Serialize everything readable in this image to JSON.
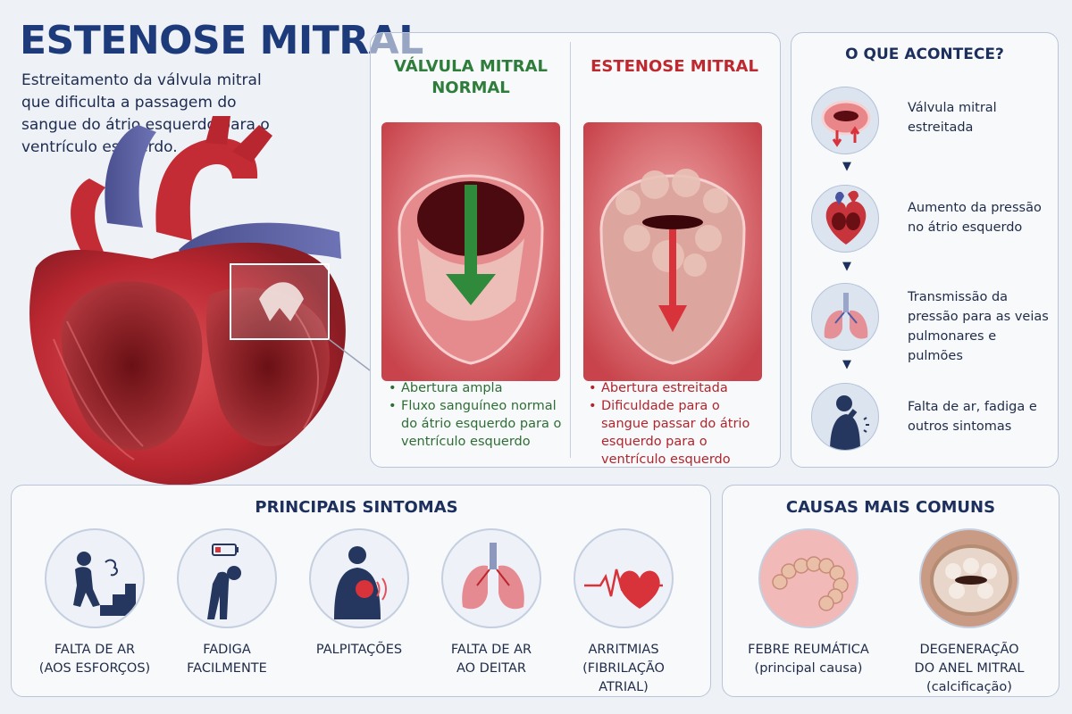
{
  "header": {
    "title": "ESTENOSE MITRAL",
    "subtitle": "Estreitamento da válvula mitral que dificulta a passagem do sangue do átrio esquerdo para o ventrículo esquerdo."
  },
  "comparison": {
    "normal": {
      "title": "VÁLVULA MITRAL NORMAL",
      "bullets": [
        "Abertura ampla",
        "Fluxo sanguíneo normal do átrio esquerdo para o ventrículo esquerdo"
      ]
    },
    "stenosis": {
      "title": "ESTENOSE MITRAL",
      "bullets": [
        "Abertura estreitada",
        "Dificuldade para o sangue passar do átrio esquerdo para o ventrículo esquerdo"
      ]
    }
  },
  "process": {
    "title": "O QUE ACONTECE?",
    "steps": [
      "Válvula mitral estreitada",
      "Aumento da pressão no átrio esquerdo",
      "Transmissão da pressão para as veias pulmonares e pulmões",
      "Falta de ar, fadiga e outros sintomas"
    ]
  },
  "symptoms": {
    "title": "PRINCIPAIS SINTOMAS",
    "items": [
      {
        "line1": "FALTA DE AR",
        "line2": "(AOS ESFORÇOS)"
      },
      {
        "line1": "FADIGA",
        "line2": "FACILMENTE"
      },
      {
        "line1": "PALPITAÇÕES",
        "line2": ""
      },
      {
        "line1": "FALTA DE AR",
        "line2": "AO DEITAR"
      },
      {
        "line1": "ARRITMIAS",
        "line2": "(FIBRILAÇÃO ATRIAL)"
      }
    ]
  },
  "causes": {
    "title": "CAUSAS MAIS COMUNS",
    "items": [
      {
        "line1": "FEBRE REUMÁTICA",
        "line2": "(principal causa)",
        "line3": ""
      },
      {
        "line1": "DEGENERAÇÃO",
        "line2": "DO ANEL MITRAL",
        "line3": "(calcificação)"
      }
    ]
  },
  "colors": {
    "title": "#1d3a7a",
    "normal": "#2e7d3a",
    "stenosis": "#c0282f",
    "panel_border": "#b9c4d8"
  },
  "icons": [
    "valve-icon",
    "heart-icon",
    "lungs-icon",
    "coughing-person-icon",
    "stairs-person-icon",
    "tired-person-icon",
    "palpitation-icon",
    "arrhythmia-heart-icon",
    "rheumatic-fever-icon",
    "calcified-valve-icon"
  ]
}
